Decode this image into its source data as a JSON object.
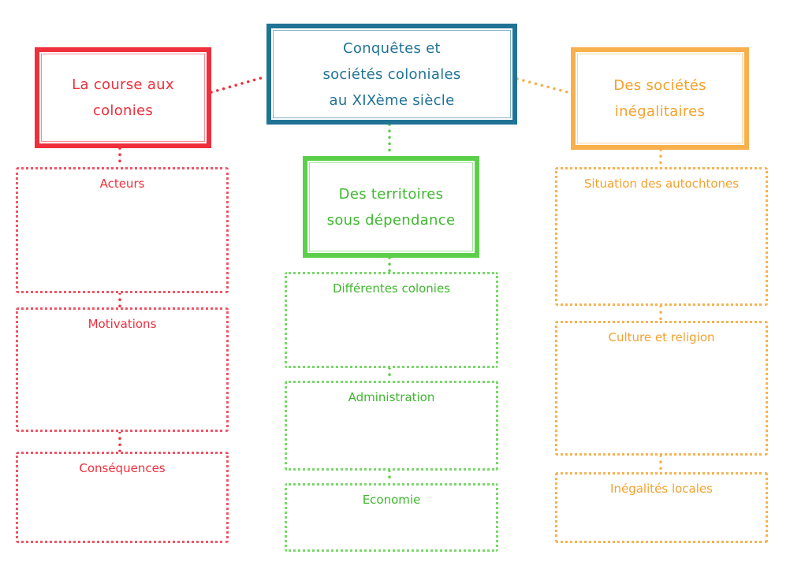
{
  "colors": {
    "red": "#ef2f3c",
    "blue": "#217395",
    "green": "#5ccf4a",
    "orange": "#f7b04b"
  },
  "center": {
    "lines": [
      "Conquêtes et",
      "sociétés coloniales",
      "au XIXème siècle"
    ]
  },
  "left": {
    "lines": [
      "La course aux",
      "colonies"
    ],
    "sections": [
      "Acteurs",
      "Motivations",
      "Conséquences"
    ]
  },
  "middle": {
    "lines": [
      "Des territoires",
      "sous dépendance"
    ],
    "sections": [
      "Différentes colonies",
      "Administration",
      "Economie"
    ]
  },
  "right": {
    "lines": [
      "Des sociétés",
      "inégalitaires"
    ],
    "sections": [
      "Situation des autochtones",
      "Culture et religion",
      "Inégalités locales"
    ]
  }
}
